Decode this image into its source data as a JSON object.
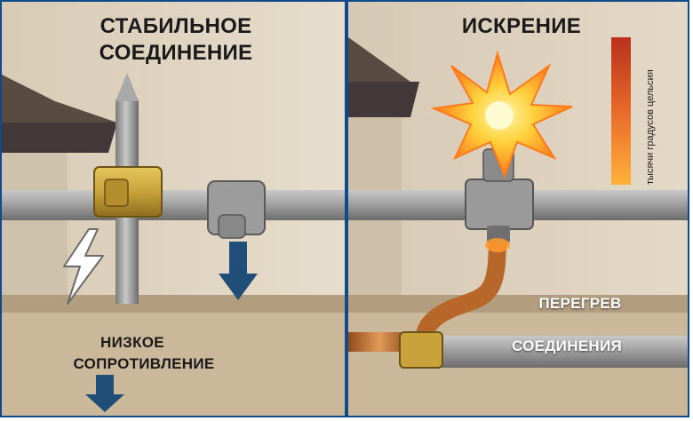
{
  "left_panel": {
    "title_line1": "СТАБИЛЬНОЕ",
    "title_line2": "СОЕДИНЕНИЕ",
    "caption_line1": "НИЗКОЕ",
    "caption_line2": "СОПРОТИВЛЕНИЕ"
  },
  "right_panel": {
    "title": "ИСКРЕНИЕ",
    "caption_line1": "ПЕРЕГРЕВ",
    "caption_line2": "СОЕДИНЕНИЯ",
    "scale_label": "тысячи градусов цельсия"
  },
  "colors": {
    "frame": "#0e4a8c",
    "arrow": "#1f4e79",
    "wall": "#e4d9c7",
    "brass": "#c9a23b",
    "copper": "#c7742f",
    "steel": "#9a9a9a"
  },
  "icons": [
    "lightning-icon",
    "spark-burst-icon",
    "down-arrow-icon"
  ]
}
